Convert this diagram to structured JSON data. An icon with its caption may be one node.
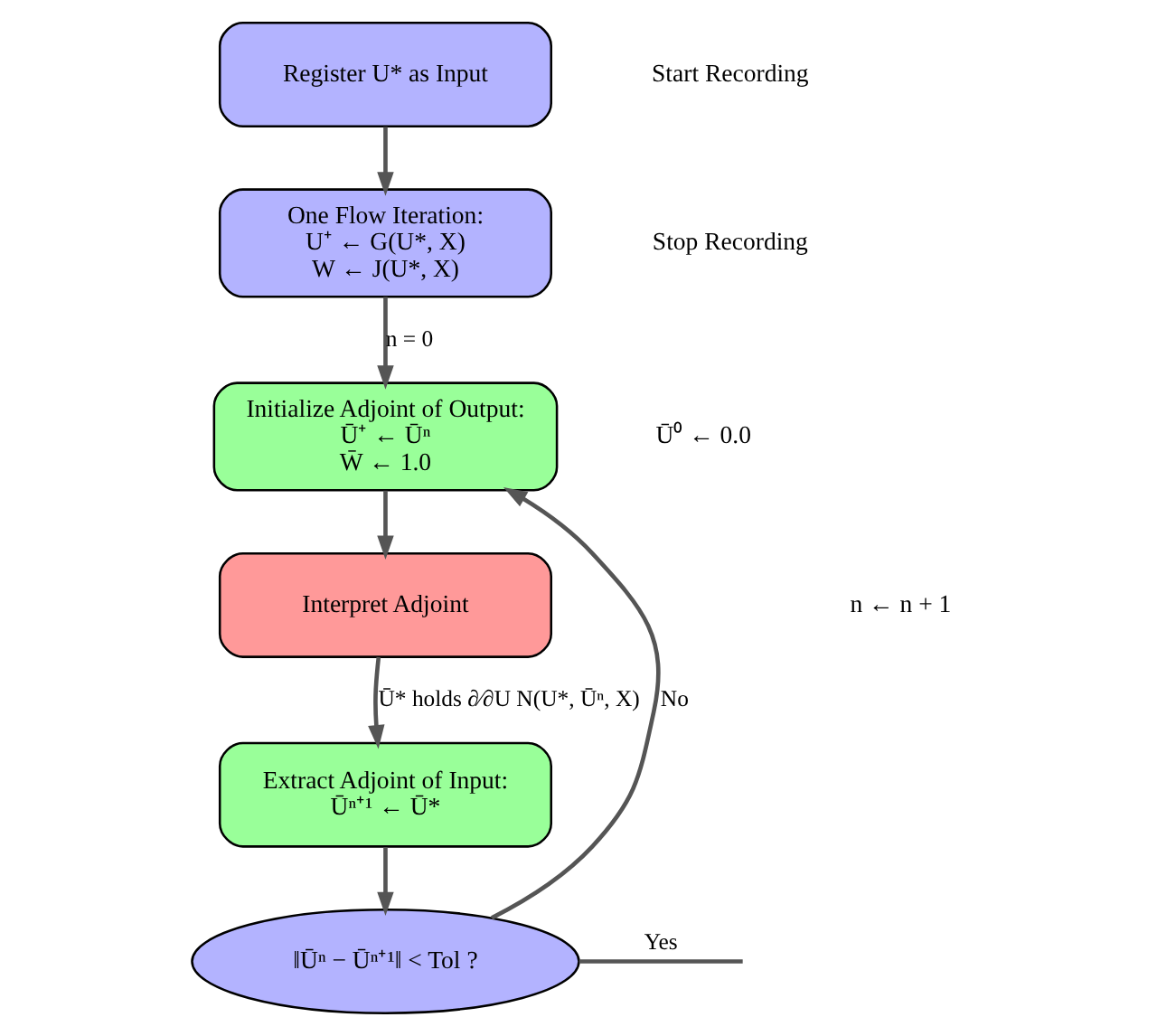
{
  "diagram": {
    "nodes": [
      {
        "text": [
          "Register U* as Input"
        ]
      },
      {
        "text": [
          "One Flow Iteration:",
          "U⁺ ← G(U*, X)",
          "W ← J(U*, X)"
        ]
      },
      {
        "text": [
          "Initialize Adjoint of Output:",
          "Ū⁺ ← Ūⁿ",
          "W̄ ← 1.0"
        ]
      },
      {
        "text": [
          "Interpret Adjoint"
        ]
      },
      {
        "text": [
          "Extract Adjoint of Input:",
          "Ūⁿ⁺¹ ← Ū*"
        ]
      },
      {
        "text": [
          "‖Ūⁿ − Ūⁿ⁺¹‖ < Tol ?"
        ]
      }
    ],
    "edges": [
      {
        "from": 0,
        "to": 1,
        "arrow": "to"
      },
      {
        "from": 1,
        "to": 2,
        "arrow": "to",
        "label": "n = 0"
      },
      {
        "from": 2,
        "to": 3,
        "arrow": "to"
      },
      {
        "from": 3,
        "to": 4,
        "arrow": "to",
        "label": "Ū* holds ∂⁄∂U N(U*, Ūⁿ, X)"
      },
      {
        "from": 4,
        "to": 5,
        "arrow": "to"
      },
      {
        "from": 5,
        "to": 2,
        "arrow": "to",
        "label": "No"
      },
      {
        "from": 5,
        "to": null,
        "arrow": "none",
        "label": "Yes"
      }
    ],
    "labels": [
      "Start Recording",
      "Stop Recording",
      "Ū⁰ ← 0.0",
      "n ← n + 1"
    ]
  }
}
